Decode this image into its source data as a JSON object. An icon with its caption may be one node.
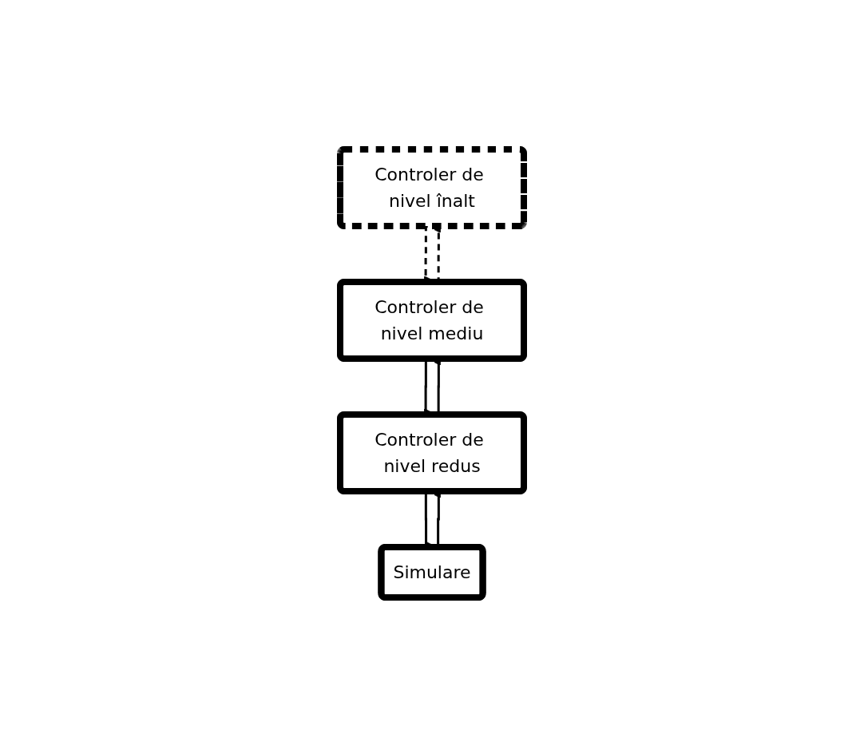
{
  "diagram": {
    "nodes": [
      {
        "text": [
          "Controler de nivel înalt"
        ]
      },
      {
        "text": [
          "Controler de nivel mediu"
        ]
      },
      {
        "text": [
          "Controler de nivel redus"
        ]
      },
      {
        "text": [
          "Simulare"
        ]
      }
    ],
    "edges": [
      {
        "from": 0,
        "to": 1,
        "arrow": "to",
        "style": "dashed"
      },
      {
        "from": 1,
        "to": 0,
        "arrow": "to",
        "style": "dashed"
      },
      {
        "from": 1,
        "to": 2,
        "arrow": "to"
      },
      {
        "from": 2,
        "to": 1,
        "arrow": "to"
      },
      {
        "from": 2,
        "to": 3,
        "arrow": "to"
      },
      {
        "from": 3,
        "to": 2,
        "arrow": "to"
      }
    ]
  }
}
